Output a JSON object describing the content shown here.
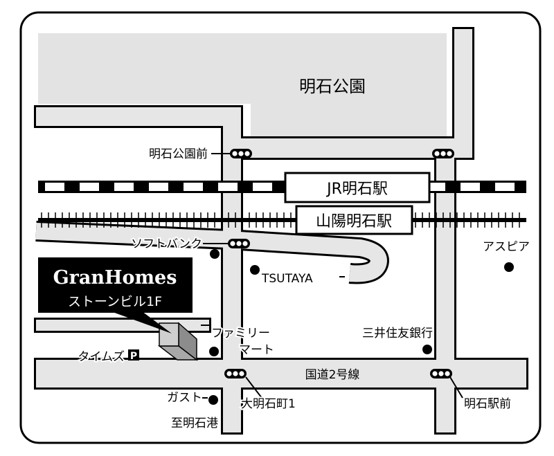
{
  "map": {
    "park": "明石公園",
    "stations": {
      "jr": "JR明石駅",
      "sanyo": "山陽明石駅"
    },
    "road": "国道2号線",
    "destination": "至明石港",
    "signals": {
      "park_mae": "明石公園前",
      "daimyo": "大明石町1",
      "ekimae": "明石駅前"
    },
    "landmarks": {
      "softbank": "ソフトバンク",
      "aspia": "アスピア",
      "tsutaya": "TSUTAYA",
      "familymart_1": "ファミリー",
      "familymart_2": "マート",
      "smbc": "三井住友銀行",
      "times": "タイムズ",
      "parking": "P",
      "gusto": "ガスト"
    },
    "target": {
      "name": "GranHomes",
      "building": "ストーンビル1F"
    }
  },
  "colors": {
    "road": "#e6e6e6",
    "park": "#e3e3e3",
    "ink": "#000000",
    "building": "#c8c8c8"
  }
}
